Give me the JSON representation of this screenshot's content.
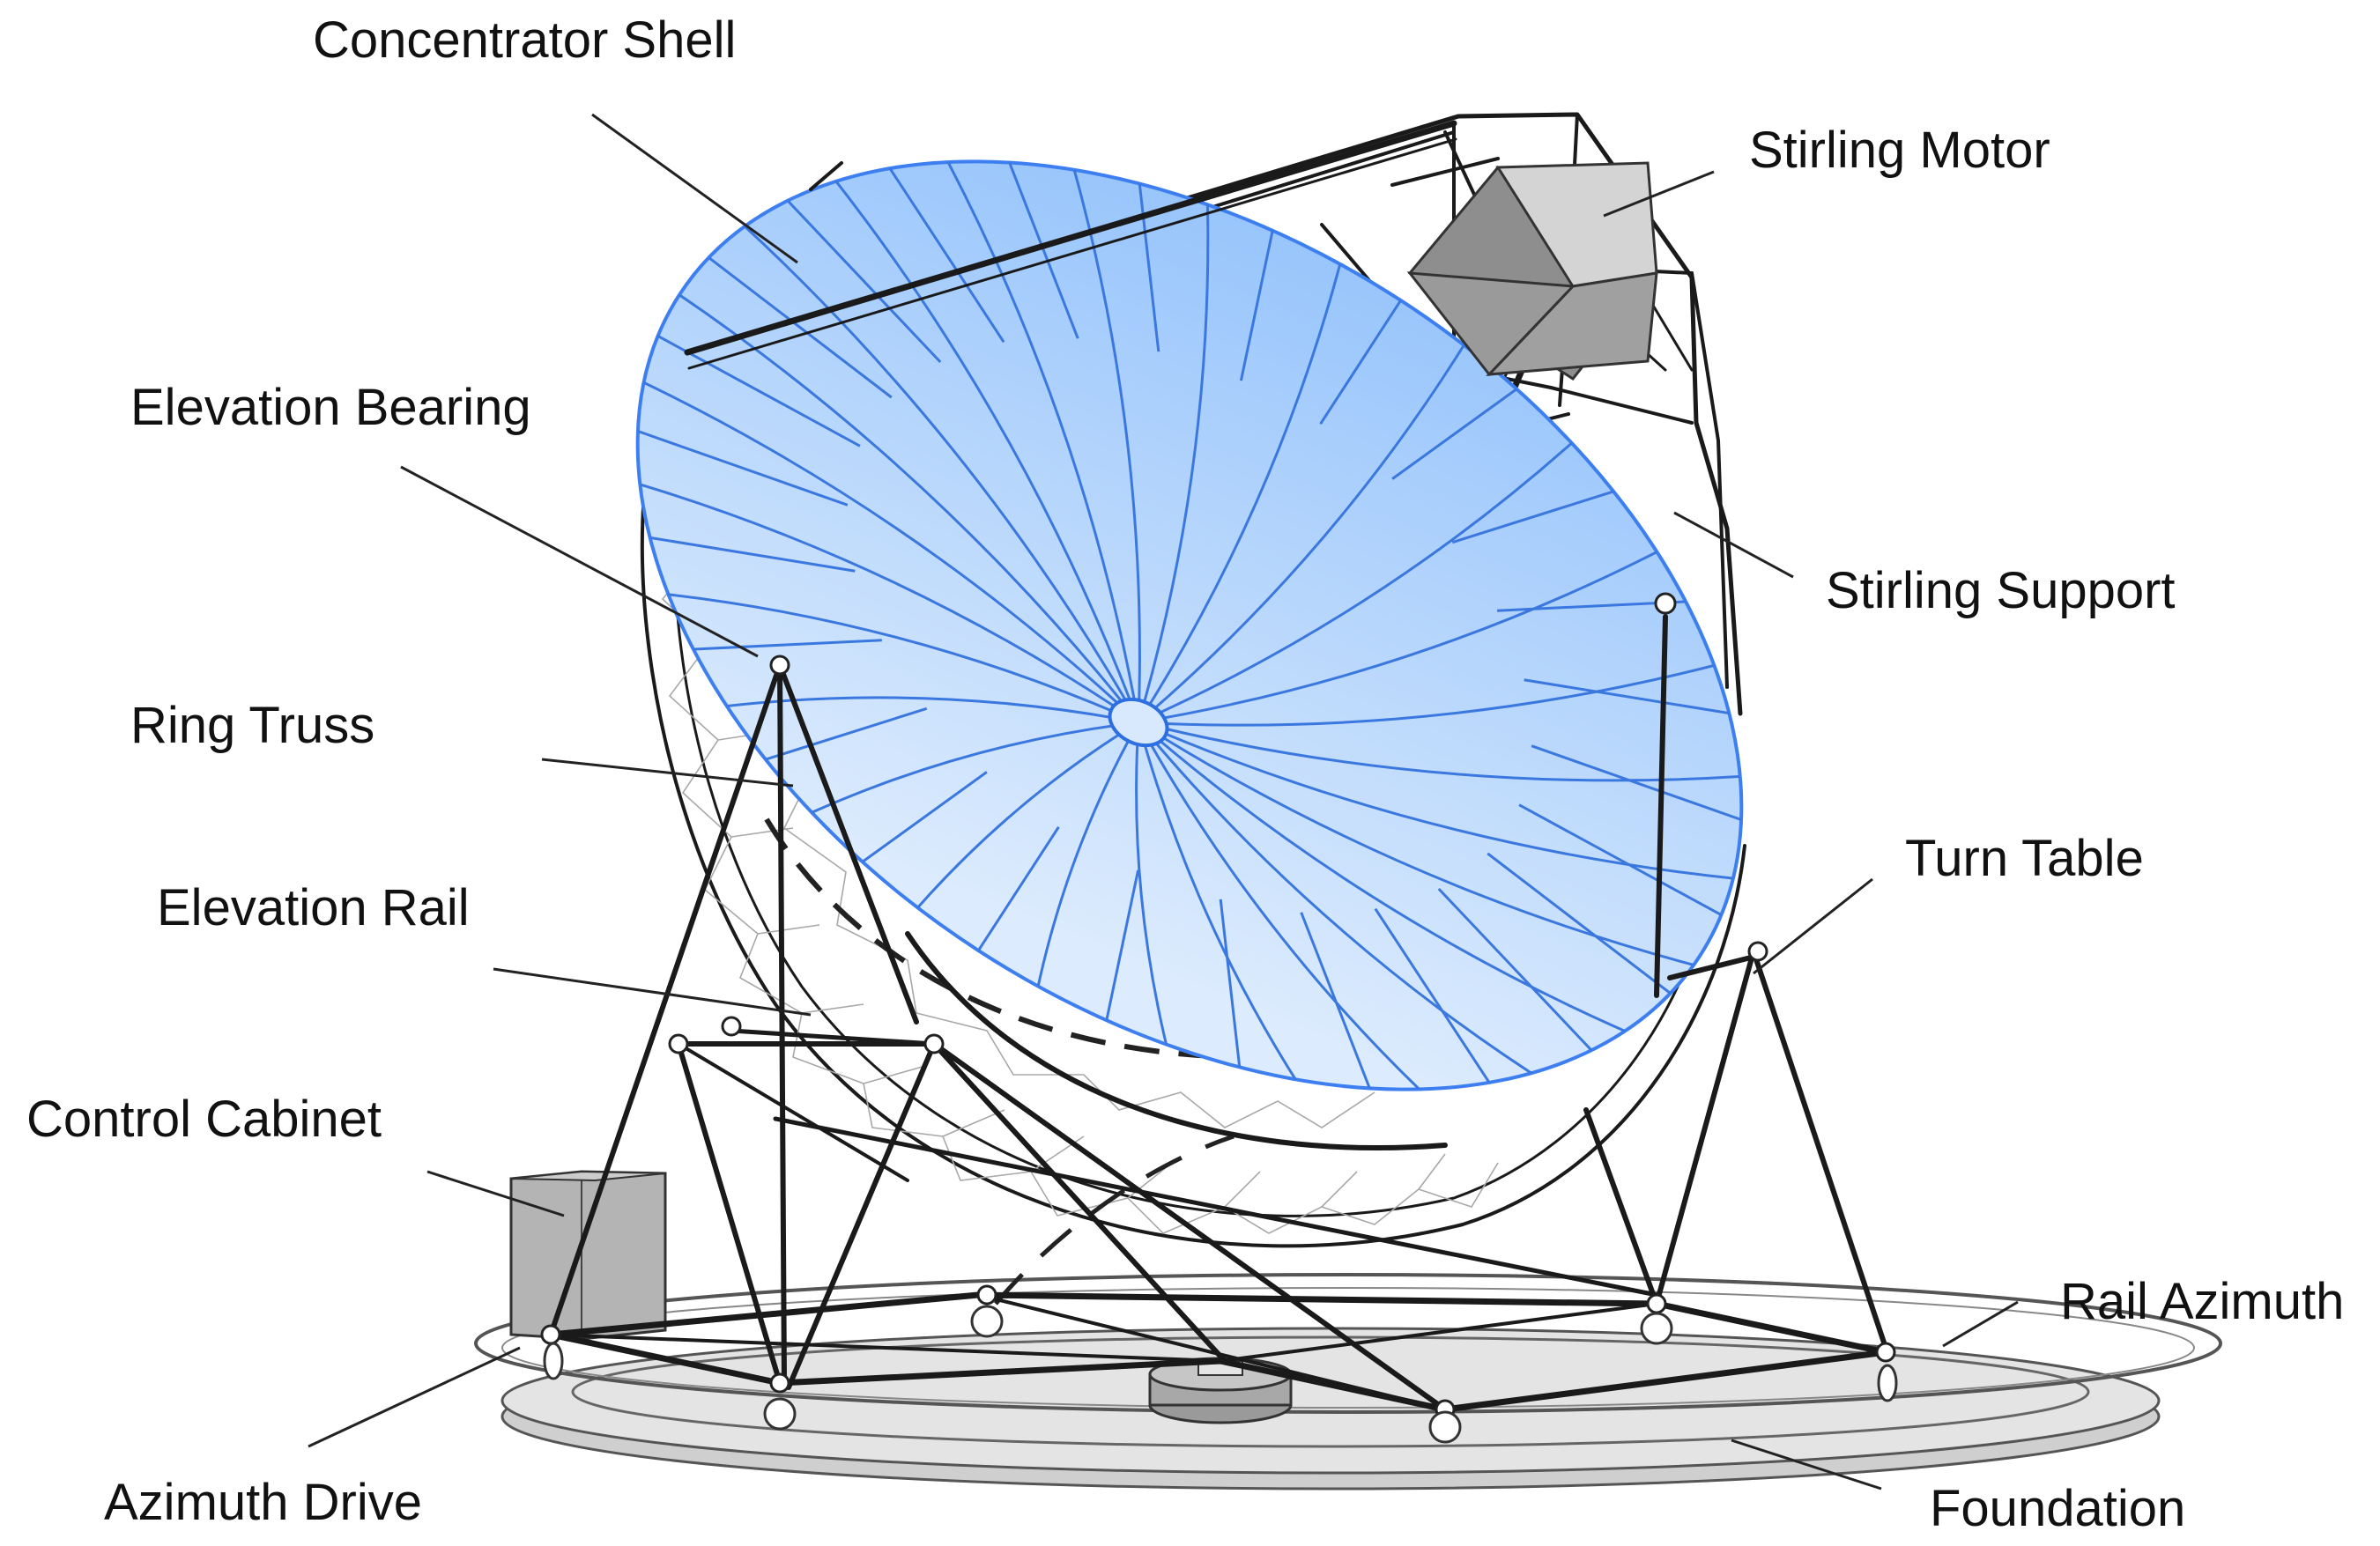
{
  "colors": {
    "dish_fill_top": "#8fc0fb",
    "dish_fill_bottom": "#dcebfd",
    "dish_edge": "#3d7ff0",
    "structure": "#1a1a1a",
    "truss": "#a8a8a8",
    "box_fill": "#b4b4b4",
    "ground_fill": "#d8d8d8"
  },
  "labels": {
    "concentrator_shell": "Concentrator Shell",
    "stirling_motor": "Stirling Motor",
    "elevation_bearing": "Elevation Bearing",
    "stirling_support": "Stirling Support",
    "ring_truss": "Ring Truss",
    "turn_table": "Turn Table",
    "elevation_rail": "Elevation Rail",
    "control_cabinet": "Control Cabinet",
    "rail_azimuth": "Rail Azimuth",
    "azimuth_drive": "Azimuth Drive",
    "foundation": "Foundation"
  }
}
